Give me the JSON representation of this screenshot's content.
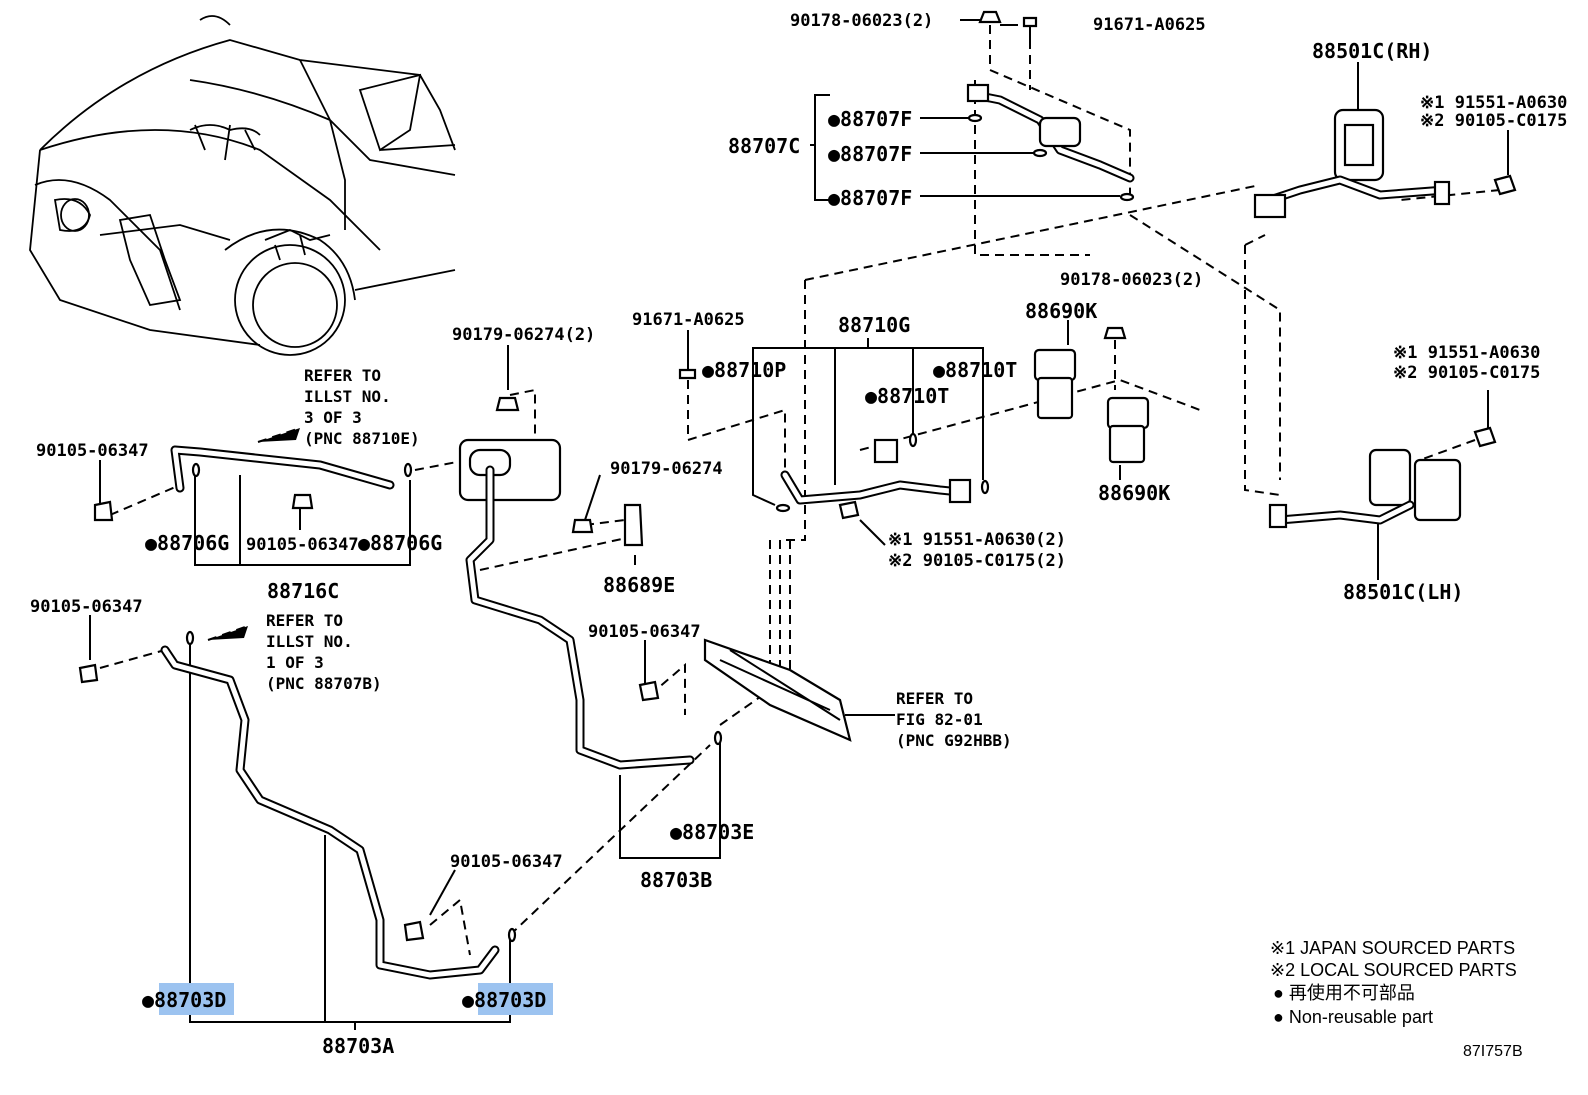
{
  "labels": {
    "p90178_top": "90178-06023(2)",
    "p91671_top": "91671-A0625",
    "p88501c_rh": "88501C(RH)",
    "note_rh_1": "※1 91551-A0630",
    "note_rh_2": "※2 90105-C0175",
    "p88707f_1": "●88707F",
    "p88707f_2": "●88707F",
    "p88707f_3": "●88707F",
    "p88707c": "88707C",
    "p90178_mid": "90178-06023(2)",
    "p88690k_top": "88690K",
    "p91671_mid": "91671-A0625",
    "p88710g": "88710G",
    "p90179_2": "90179-06274(2)",
    "p88710p": "●88710P",
    "p88710t_1": "●88710T",
    "p88710t_2": "●88710T",
    "note_lh_1": "※1 91551-A0630",
    "note_lh_2": "※2 90105-C0175",
    "refer1_l1": "REFER TO",
    "refer1_l2": "ILLST NO.",
    "refer1_l3": "3 OF 3",
    "refer1_l4": "(PNC 88710E)",
    "p90105_a": "90105-06347",
    "p90179_1": "90179-06274",
    "p88690k_bot": "88690K",
    "p88706g_1": "●88706G",
    "p90105_b": "90105-06347",
    "p88706g_2": "●88706G",
    "note_c1": "※1 91551-A0630(2)",
    "note_c2": "※2 90105-C0175(2)",
    "p88716c": "88716C",
    "p88689e": "88689E",
    "p88501c_lh": "88501C(LH)",
    "p90105_c": "90105-06347",
    "refer2_l1": "REFER TO",
    "refer2_l2": "ILLST NO.",
    "refer2_l3": "1 OF 3",
    "refer2_l4": "(PNC 88707B)",
    "p90105_d": "90105-06347",
    "refer3_l1": "REFER TO",
    "refer3_l2": "FIG 82-01",
    "refer3_l3": "(PNC G92HBB)",
    "p88703e": "●88703E",
    "p88703b": "88703B",
    "p90105_e": "90105-06347",
    "p88703d_1": "●88703D",
    "p88703d_2": "●88703D",
    "p88703a": "88703A",
    "legend_1": "※1 JAPAN SOURCED PARTS",
    "legend_2": "※2 LOCAL SOURCED PARTS",
    "legend_3": "● 再使用不可部品",
    "legend_4": "● Non-reusable part",
    "fig_code": "87I757B"
  },
  "colors": {
    "highlight": "#9cc3f0",
    "ink": "#000000",
    "background": "#ffffff"
  }
}
